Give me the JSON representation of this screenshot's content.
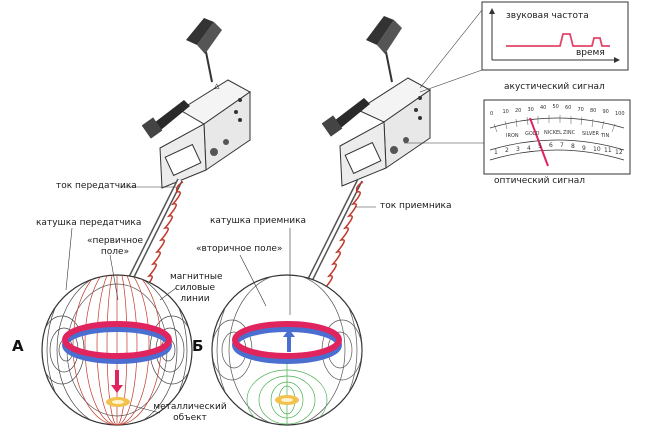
{
  "panel_a": {
    "letter": "А",
    "transmitter_current": "ток передатчика",
    "transmitter_coil": "катушка передатчика",
    "primary_field_line1": "«первичное",
    "primary_field_line2": "поле»",
    "field_lines_line1": "магнитные",
    "field_lines_line2": "силовые",
    "field_lines_line3": "линии",
    "metal_object_line1": "металлический",
    "metal_object_line2": "объект"
  },
  "panel_b": {
    "letter": "Б",
    "receiver_coil": "катушка приемника",
    "secondary_field": "«вторичное поле»",
    "receiver_current": "ток приемника"
  },
  "acoustic_box": {
    "y_label": "звуковая частота",
    "x_label": "время",
    "caption": "акустический сигнал"
  },
  "optical_box": {
    "caption": "оптический сигнал",
    "scale_top": [
      "0",
      "10",
      "20",
      "30",
      "40",
      "50",
      "60",
      "70",
      "80",
      "90",
      "100"
    ],
    "scale_bottom": [
      "1",
      "2",
      "3",
      "4",
      "5",
      "6",
      "7",
      "8",
      "9",
      "10",
      "11",
      "12"
    ],
    "marks": [
      "IRON",
      "GOLD",
      "NICKEL",
      "ZINC",
      "SILVER",
      "TIN"
    ]
  },
  "colors": {
    "coil_red": "#e0245e",
    "coil_blue": "#4a6fd0",
    "field_red": "#c0392b",
    "field_green": "#4caf50",
    "object_gold": "#f2c14e",
    "signal_pink": "#e2456a"
  }
}
